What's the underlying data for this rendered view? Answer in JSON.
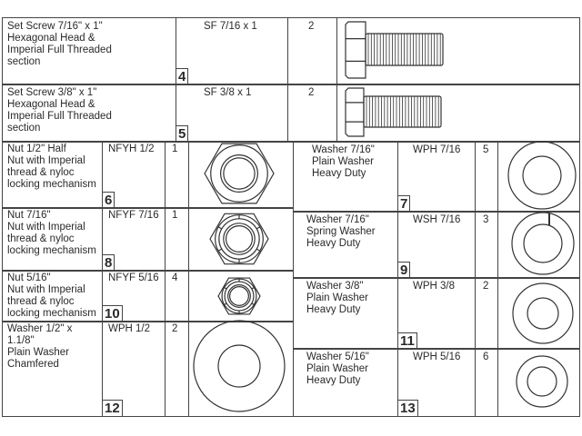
{
  "rows_top": [
    {
      "desc": "Set Screw  7/16\" x 1\"\nHexagonal Head &\nImperial Full Threaded\nsection",
      "code": "SF 7/16 x 1",
      "qty": "2",
      "num": "4"
    },
    {
      "desc": "Set Screw  3/8\" x 1\"\nHexagonal Head &\nImperial Full Threaded\nsection",
      "code": "SF 3/8 x 1",
      "qty": "2",
      "num": "5"
    }
  ],
  "rows_left": [
    {
      "desc": "Nut 1/2\" Half\nNut with Imperial\nthread & nyloc\nlocking mechanism",
      "code": "NFYH 1/2",
      "qty": "1",
      "num": "6"
    },
    {
      "desc": "Nut 7/16\"\nNut with Imperial\nthread & nyloc\nlocking mechanism",
      "code": "NFYF 7/16",
      "qty": "1",
      "num": "8"
    },
    {
      "desc": "Nut 5/16\"\nNut with Imperial\nthread & nyloc\nlocking mechanism",
      "code": "NFYF 5/16",
      "qty": "4",
      "num": "10"
    },
    {
      "desc": "Washer 1/2\" x 1.1/8\"\nPlain Washer\nChamfered",
      "code": "WPH 1/2",
      "qty": "2",
      "num": "12"
    }
  ],
  "rows_right": [
    {
      "desc": "Washer 7/16\"\nPlain Washer\nHeavy Duty",
      "code": "WPH 7/16",
      "qty": "5",
      "num": "7"
    },
    {
      "desc": "Washer 7/16\"\nSpring Washer\nHeavy Duty",
      "code": "WSH 7/16",
      "qty": "3",
      "num": "9"
    },
    {
      "desc": "Washer 3/8\"\nPlain Washer\nHeavy Duty",
      "code": "WPH 3/8",
      "qty": "2",
      "num": "11"
    },
    {
      "desc": "Washer 5/16\"\nPlain Washer\nHeavy Duty",
      "code": "WPH 5/16",
      "qty": "6",
      "num": "13"
    }
  ],
  "icons": [
    "hex-screw-icon",
    "hex-nut-icon",
    "nyloc-nut-icon",
    "washer-icon",
    "spring-washer-icon"
  ]
}
